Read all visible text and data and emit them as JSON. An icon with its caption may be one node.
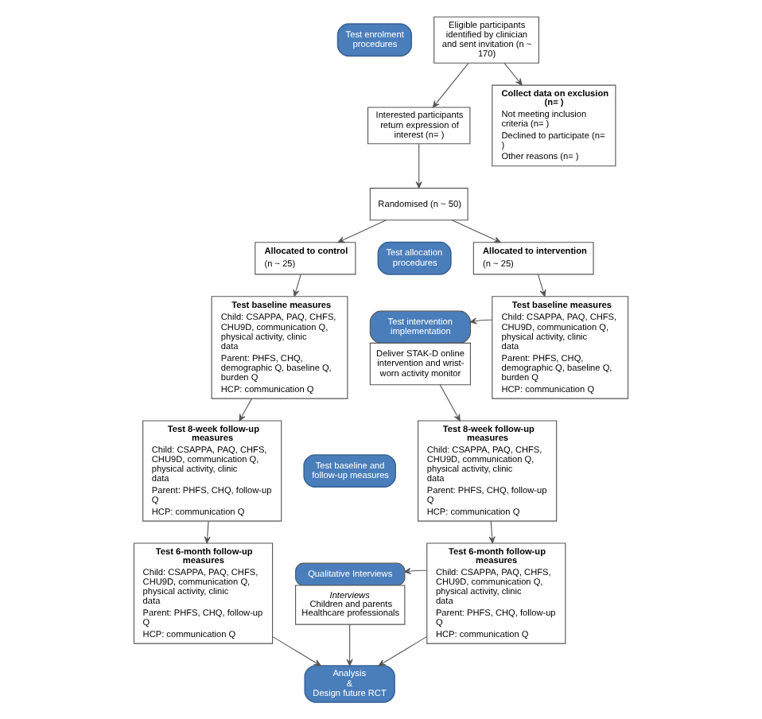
{
  "diagram": {
    "nodes": [
      {
        "text": [
          "Eligible participants identified by clinician and sent invitation (n ~ 170)"
        ]
      },
      {
        "text": [
          "Test enrolment procedures"
        ]
      },
      {
        "text": [
          "Collect data on exclusion (n= )",
          "Not meeting inclusion criteria (n= )",
          "Declined to participate (n= )",
          "Other reasons (n= )"
        ]
      },
      {
        "text": [
          "Interested participants return expression of interest (n= )"
        ]
      },
      {
        "text": [
          "Randomised (n ~ 50)"
        ]
      },
      {
        "text": [
          "Allocated to control",
          "(n ~ 25)"
        ]
      },
      {
        "text": [
          "Test allocation procedures"
        ]
      },
      {
        "text": [
          "Allocated to intervention",
          "(n ~ 25)"
        ]
      },
      {
        "text": [
          "Test baseline measures",
          "Child: CSAPPA, PAQ, CHFS, CHU9D, communication Q, physical activity, clinic data",
          "Parent: PHFS, CHQ, demographic Q, baseline Q, burden Q",
          "HCP: communication Q"
        ]
      },
      {
        "text": [
          "Test intervention implementation",
          "Deliver STAK-D online intervention and wrist-worn activity monitor"
        ]
      },
      {
        "text": [
          "Test baseline measures",
          "Child: CSAPPA, PAQ, CHFS, CHU9D, communication Q, physical activity, clinic data",
          "Parent: PHFS, CHQ, demographic Q, baseline Q, burden Q",
          "HCP: communication Q"
        ]
      },
      {
        "text": [
          "Test 8-week follow-up measures",
          "Child: CSAPPA, PAQ, CHFS, CHU9D, communication Q, physical activity, clinic data",
          "Parent: PHFS, CHQ, follow-up Q",
          "HCP: communication Q"
        ]
      },
      {
        "text": [
          "Test baseline and follow-up measures"
        ]
      },
      {
        "text": [
          "Test 8-week follow-up measures",
          "Child: CSAPPA, PAQ, CHFS, CHU9D, communication Q, physical activity, clinic data",
          "Parent: PHFS, CHQ, follow-up Q",
          "HCP: communication Q"
        ]
      },
      {
        "text": [
          "Test 6-month follow-up measures",
          "Child: CSAPPA, PAQ, CHFS, CHU9D, communication Q, physical activity, clinic data",
          "Parent: PHFS, CHQ, follow-up Q",
          "HCP: communication Q"
        ]
      },
      {
        "text": [
          "Qualitative Interviews",
          "Interviews",
          "Children and parents",
          "Healthcare professionals"
        ]
      },
      {
        "text": [
          "Test 6-month follow-up measures",
          "Child: CSAPPA, PAQ, CHFS, CHU9D, communication Q, physical activity, clinic data",
          "Parent: PHFS, CHQ, follow-up Q",
          "HCP: communication Q"
        ]
      },
      {
        "text": [
          "Analysis",
          "&",
          "Design future RCT"
        ]
      }
    ],
    "edges": [
      {
        "from": 0,
        "to": 3,
        "arrow": "to"
      },
      {
        "from": 0,
        "to": 2,
        "arrow": "to"
      },
      {
        "from": 3,
        "to": 4,
        "arrow": "to"
      },
      {
        "from": 4,
        "to": 5,
        "arrow": "to"
      },
      {
        "from": 4,
        "to": 7,
        "arrow": "to"
      },
      {
        "from": 5,
        "to": 8,
        "arrow": "to"
      },
      {
        "from": 7,
        "to": 10,
        "arrow": "to"
      },
      {
        "from": 10,
        "to": 9,
        "arrow": "to"
      },
      {
        "from": 9,
        "to": 13,
        "arrow": "to"
      },
      {
        "from": 8,
        "to": 11,
        "arrow": "to"
      },
      {
        "from": 11,
        "to": 14,
        "arrow": "to"
      },
      {
        "from": 13,
        "to": 16,
        "arrow": "to"
      },
      {
        "from": 16,
        "to": 15,
        "arrow": "to"
      },
      {
        "from": 15,
        "to": 17,
        "arrow": "to"
      },
      {
        "from": 14,
        "to": 17,
        "arrow": "to"
      },
      {
        "from": 16,
        "to": 17,
        "arrow": "to"
      }
    ]
  }
}
